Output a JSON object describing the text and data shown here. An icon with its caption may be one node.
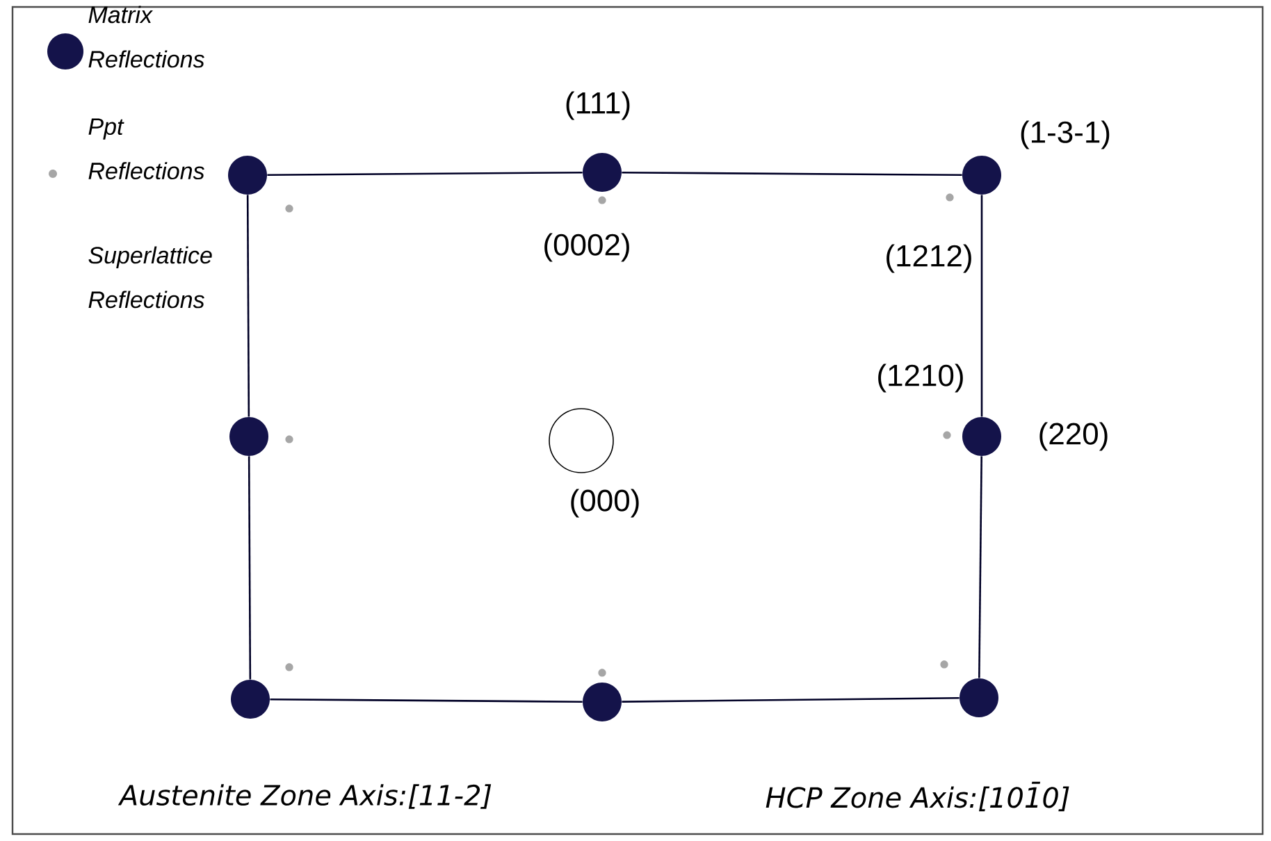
{
  "diagram": {
    "nodes": [
      {
        "text": [],
        "shape": "circle"
      },
      {
        "text": [],
        "shape": "circle",
        "beside": [
          "(111)",
          "(0002)"
        ]
      },
      {
        "text": [],
        "shape": "circle",
        "beside": [
          "(1-3-1)",
          "(1212)"
        ]
      },
      {
        "text": [],
        "shape": "circle"
      },
      {
        "text": [],
        "shape": "circle",
        "beside": [
          "(000)"
        ]
      },
      {
        "text": [],
        "shape": "circle",
        "beside": [
          "(1210)",
          "(220)"
        ]
      },
      {
        "text": [],
        "shape": "circle"
      },
      {
        "text": [],
        "shape": "circle"
      },
      {
        "text": [],
        "shape": "circle"
      }
    ],
    "edges": [
      {
        "from": 0,
        "to": 1,
        "arrow": "none"
      },
      {
        "from": 1,
        "to": 2,
        "arrow": "none"
      },
      {
        "from": 2,
        "to": 5,
        "arrow": "none"
      },
      {
        "from": 5,
        "to": 8,
        "arrow": "none"
      },
      {
        "from": 8,
        "to": 7,
        "arrow": "none"
      },
      {
        "from": 7,
        "to": 6,
        "arrow": "none"
      },
      {
        "from": 6,
        "to": 3,
        "arrow": "none"
      },
      {
        "from": 3,
        "to": 0,
        "arrow": "none"
      }
    ],
    "labels": [
      "Austenite Zone Axis:[11-2]",
      "HCP Zone Axis:[101̄0]"
    ],
    "legend": [
      {
        "text": "Matrix Reflections"
      },
      {
        "text": "Ppt Reflections"
      },
      {
        "text": "Superlattice Reflections"
      }
    ]
  }
}
